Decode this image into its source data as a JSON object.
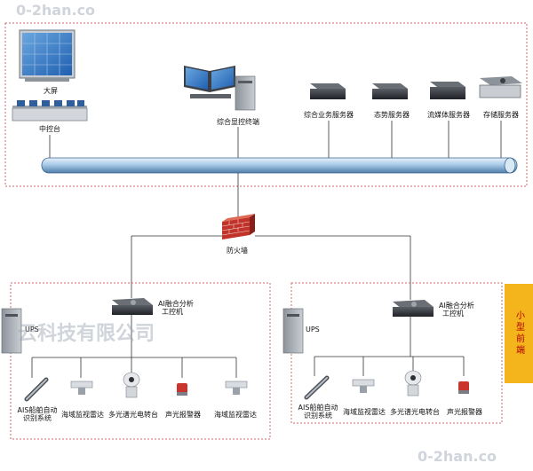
{
  "colors": {
    "frame_red": "#cc6a6a",
    "bus_blue": "#9ec4e6",
    "firewall_brick": "#c0322a",
    "side_panel": "#f4b41c",
    "side_text": "#b00000"
  },
  "top_zone": {
    "big_screen": "大屏",
    "console": "中控台",
    "display_terminal": "综合显控终端",
    "servers": [
      "综合业务服务器",
      "态势服务器",
      "流媒体服务器",
      "存储服务器"
    ]
  },
  "firewall": {
    "label": "防火墙"
  },
  "left_site": {
    "ups": "UPS",
    "ai_box": [
      "AI融合分析",
      "工控机"
    ],
    "devices": [
      {
        "label": [
          "AIS船舶自动",
          "识别系统"
        ],
        "icon": "ais-antenna-icon"
      },
      {
        "label": [
          "海域监视雷达"
        ],
        "icon": "radar-icon"
      },
      {
        "label": [
          "多光谱光电转台"
        ],
        "icon": "ptz-camera-icon"
      },
      {
        "label": [
          "声光报警器"
        ],
        "icon": "alarm-icon"
      },
      {
        "label": [
          "海域监视雷达"
        ],
        "icon": "radar-icon"
      }
    ]
  },
  "right_site": {
    "ups": "UPS",
    "ai_box": [
      "AI融合分析",
      "工控机"
    ],
    "devices": [
      {
        "label": [
          "AIS船舶自动",
          "识别系统"
        ],
        "icon": "ais-antenna-icon"
      },
      {
        "label": [
          "海域监视雷达"
        ],
        "icon": "radar-icon"
      },
      {
        "label": [
          "多光谱光电转台"
        ],
        "icon": "ptz-camera-icon"
      },
      {
        "label": [
          "声光报警器"
        ],
        "icon": "alarm-icon"
      }
    ]
  },
  "side_panel": {
    "label": "小型前端"
  },
  "watermarks": {
    "top": "0-2han.co",
    "middle": "云科技有限公司",
    "bottom": "0-2han.co"
  }
}
